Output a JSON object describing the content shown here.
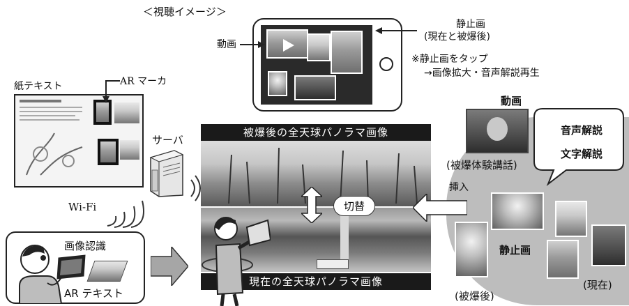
{
  "viewing_title": "＜視聴イメージ＞",
  "tablet": {
    "video_label": "動画",
    "still_label_line1": "静止画",
    "still_label_line2": "(現在と被爆後)",
    "note_line1": "※静止画をタップ",
    "note_line2": "→画像拡大・音声解説再生"
  },
  "paper_text_label": "紙テキスト",
  "ar_marker_label": "AR マーカ",
  "server_label": "サーバ",
  "wifi_label": "Wi-Fi",
  "ar_text_box": {
    "recognition_label": "画像認識",
    "ar_text_label": "AR テキスト"
  },
  "panorama": {
    "top_banner": "被爆後の全天球パノラマ画像",
    "bottom_banner": "現在の全天球パノラマ画像",
    "switch_label": "切替",
    "insert_label": "挿入"
  },
  "right_panel": {
    "video_heading": "動画",
    "testimony_label": "(被爆体験講話)",
    "bubble_line1": "音声解説",
    "bubble_line2": "文字解説",
    "still_label": "静止画",
    "after_bomb_label": "(被爆後)",
    "present_label": "(現在)"
  },
  "colors": {
    "banner_bg": "#1a1a1a",
    "panel_gray": "#bdbdbd",
    "arrow_gray": "#a6a6a6"
  }
}
